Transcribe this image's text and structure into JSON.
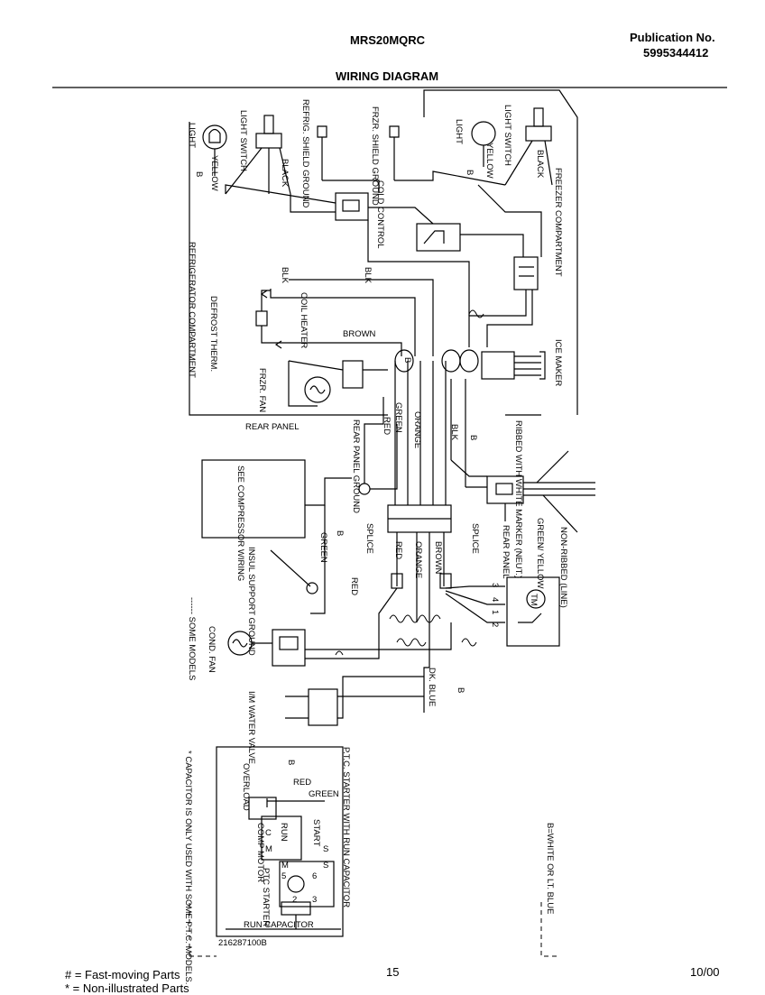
{
  "header": {
    "model": "MRS20MQRC",
    "publication_label": "Publication No.",
    "publication_number": "5995344412",
    "title": "WIRING DIAGRAM"
  },
  "labels": {
    "refrig_light": "LIGHT",
    "refrig_light_switch": "LIGHT SWITCH",
    "yellow_left": "YELLOW",
    "black_left": "BLACK",
    "refrig_shield_ground": "REFRIG. SHIELD GROUND",
    "frzr_shield_ground": "FRZR. SHIELD GROUND",
    "freezer_light": "LIGHT",
    "freezer_light_switch": "LIGHT SWITCH",
    "yellow_right": "YELLOW",
    "black_right": "BLACK",
    "freezer_compartment": "FREEZER COMPARTMENT",
    "cold_control": "COLD CONTROL",
    "refrigerator_compartment": "REFRIGERATOR COMPARTMENT",
    "blk_1": "BLK",
    "blk_2": "BLK",
    "coil_heater": "COIL HEATER",
    "defrost_therm": "DEFROST THERM.",
    "brown_top": "BROWN",
    "ice_maker": "ICE MAKER",
    "frzr_fan": "FRZR. FAN",
    "rear_panel": "REAR PANEL",
    "rear_panel_ground": "REAR PANEL GROUND",
    "red_1": "RED",
    "green_1": "GREEN",
    "orange_1": "ORANGE",
    "blk_3": "BLK",
    "ribbed": "RIBBED WITH WHITE MARKER (NEUT.)",
    "see_compressor_wiring": "SEE COMPRESSOR WIRING",
    "splice_left": "SPLICE",
    "splice_right": "SPLICE",
    "red_2": "RED",
    "orange_2": "ORANGE",
    "brown_2": "BROWN",
    "rear_panel_2": "REAR PANEL",
    "green_yellow": "GREEN/ YELLOW",
    "non_ribbed": "NON-RIBBED (LINE)",
    "green_2": "GREEN",
    "red_3": "RED",
    "insul_support_ground": "INSUL SUPPORT GROUND",
    "tm": "TM",
    "tm_3": "3",
    "tm_4": "4",
    "tm_1": "1",
    "tm_2": "2",
    "some_models": "------ SOME MODELS",
    "cond_fan": "COND. FAN",
    "dk_blue": "DK. BLUE",
    "im_water_valve": "I/M WATER VALVE",
    "b_marker": "B",
    "ptc_title": "P.T.C. STARTER WITH RUN CAPACITOR",
    "red_ptc": "RED",
    "green_ptc": "GREEN",
    "overload": "OVERLOAD",
    "start": "START",
    "run": "RUN",
    "comp_motor": "COMP MOTOR",
    "ptc_starter": "PTC STARTER",
    "run_capacitor": "RUN CAPACITOR",
    "s_1": "S",
    "c_1": "C",
    "m_1": "M",
    "m_2": "M",
    "five": "5",
    "six": "6",
    "s_2": "S",
    "two": "2",
    "three": "3",
    "capacitor_note": "* CAPACITOR IS ONLY USED WITH SOME P.T.C. MODELS.",
    "b_note": "B=WHITE OR LT. BLUE",
    "doc_number": "216287100B"
  },
  "footer": {
    "legend_1": "# = Fast-moving Parts",
    "legend_2": "* = Non-illustrated Parts",
    "page_number": "15",
    "date": "10/00"
  }
}
